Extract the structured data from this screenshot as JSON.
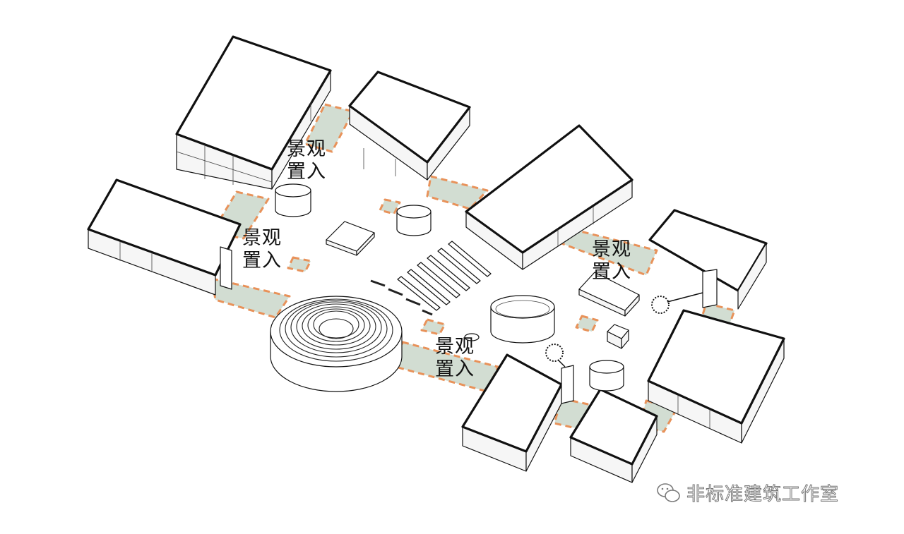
{
  "labels": {
    "landscape_top_line1": "景观",
    "landscape_top_line2": "置入",
    "landscape_left_line1": "景观",
    "landscape_left_line2": "置入",
    "landscape_right_line1": "景观",
    "landscape_right_line2": "置入",
    "landscape_bottom_line1": "景观",
    "landscape_bottom_line2": "置入"
  },
  "watermark": {
    "text": "非标准建筑工作室",
    "icon": "wechat-icon"
  },
  "colors": {
    "landscape_fill": "#d2ddd2",
    "dashed_outline": "#e8925a",
    "building_stroke": "#111111",
    "building_fill": "#ffffff",
    "side_fill": "#f7f7f7"
  }
}
